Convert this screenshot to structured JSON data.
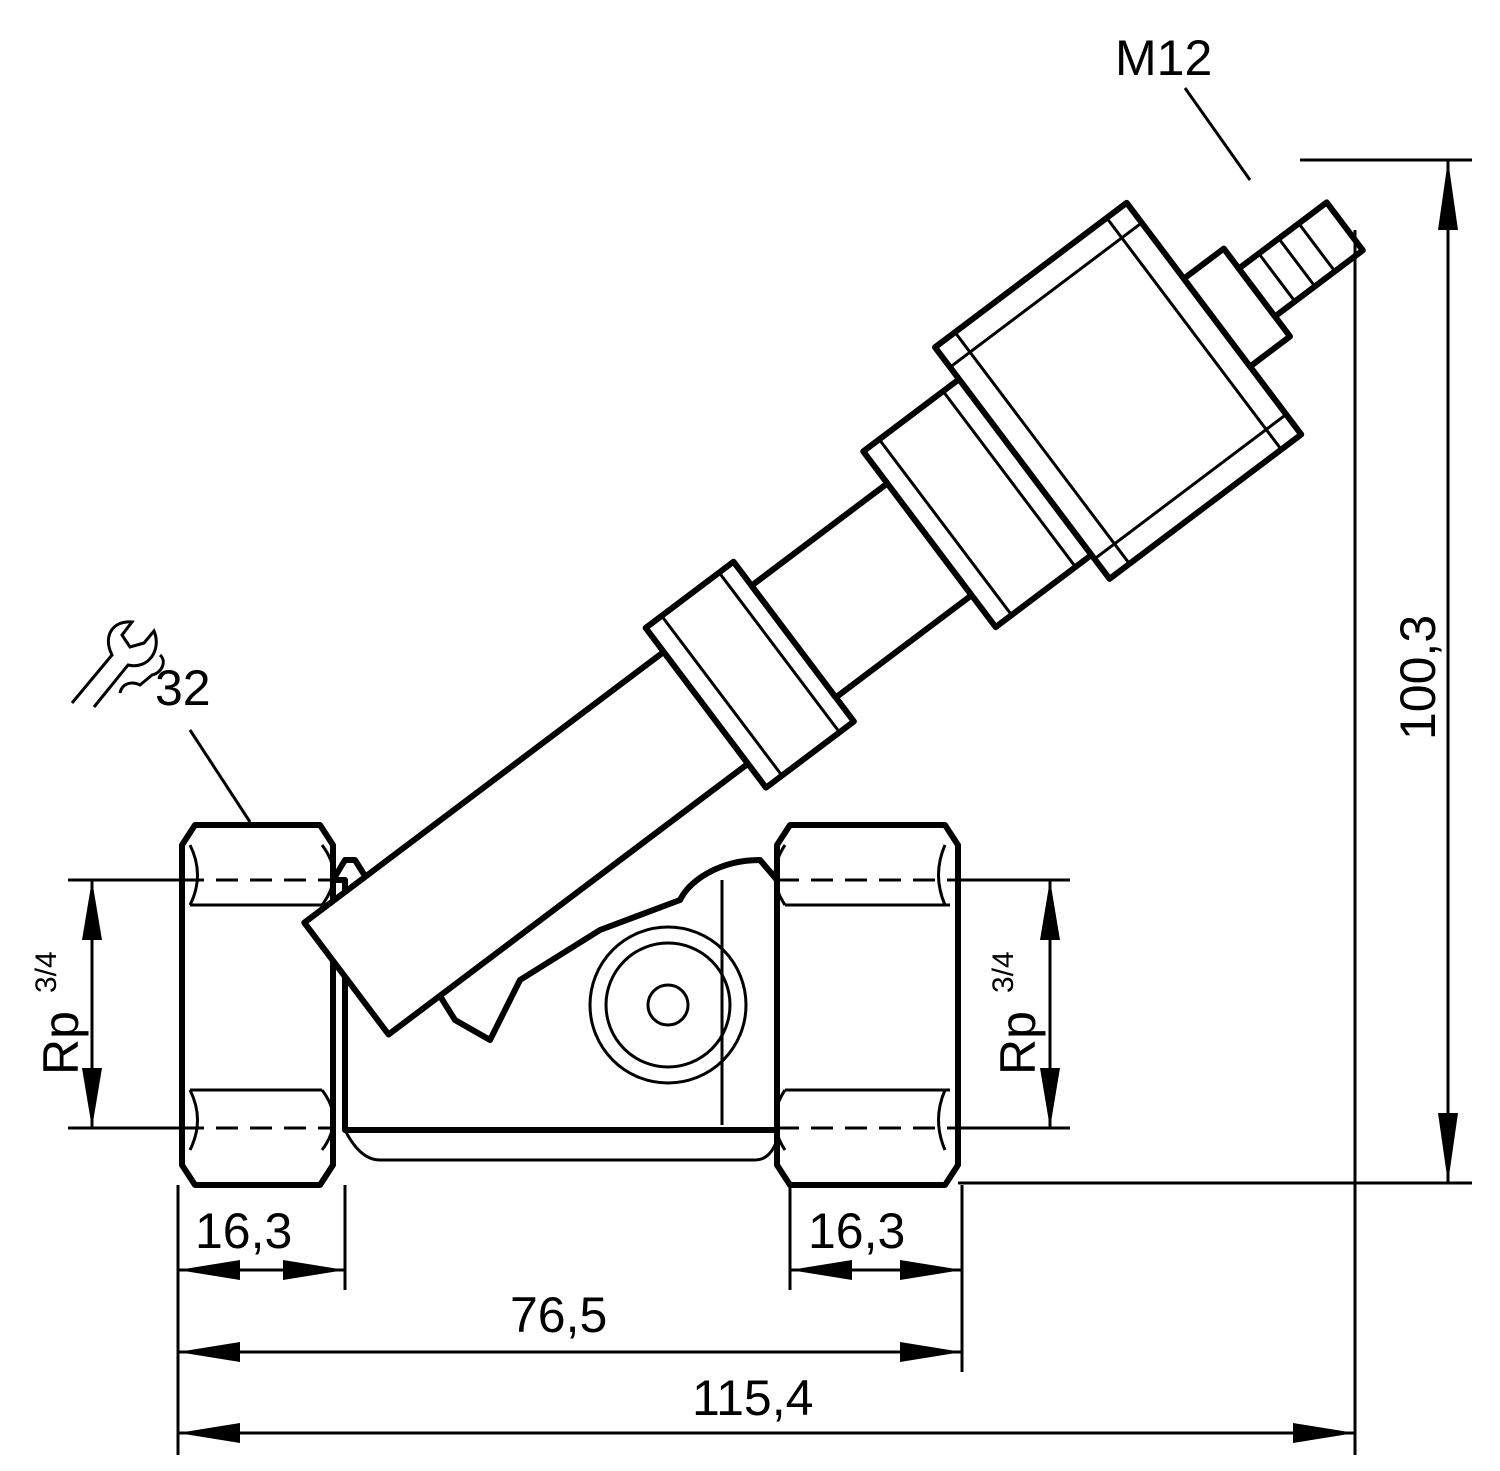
{
  "labels": {
    "connector": "M12",
    "wrench_size": "32",
    "thread_left": "Rp",
    "thread_left_frac": "3/4",
    "thread_right": "Rp",
    "thread_right_frac": "3/4",
    "height": "100,3",
    "left_port_length": "16,3",
    "right_port_length": "16,3",
    "body_length": "76,5",
    "overall_length": "115,4"
  },
  "colors": {
    "line": "#000000",
    "background": "#ffffff"
  },
  "icons": {
    "wrench": "wrench-icon"
  }
}
